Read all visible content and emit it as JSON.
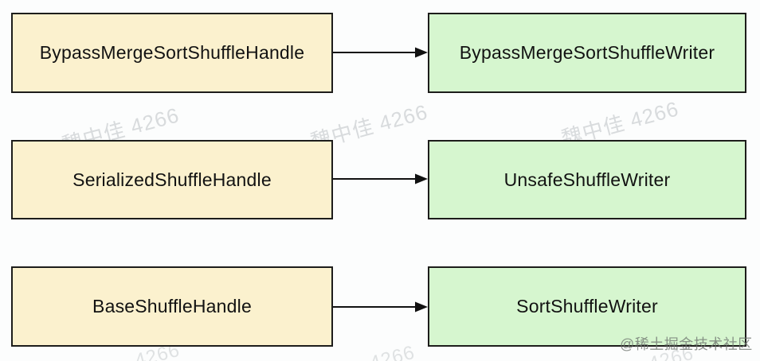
{
  "diagram": {
    "description_type": "flowchart",
    "rows": [
      {
        "handle": "BypassMergeSortShuffleHandle",
        "writer": "BypassMergeSortShuffleWriter"
      },
      {
        "handle": "SerializedShuffleHandle",
        "writer": "UnsafeShuffleWriter"
      },
      {
        "handle": "BaseShuffleHandle",
        "writer": "SortShuffleWriter"
      }
    ],
    "colors": {
      "handle_fill": "#FBF1CE",
      "writer_fill": "#D6F6CF",
      "border": "#1D1D1B",
      "arrow": "#111111",
      "text": "#121212",
      "background": "#FCFDFD",
      "watermark": "#ACB2B6",
      "credit": "#707670"
    }
  },
  "watermark": {
    "name_text": "魏中佳 4266",
    "fragment_text": "4266",
    "credit_text": "@稀土掘金技术社区"
  }
}
